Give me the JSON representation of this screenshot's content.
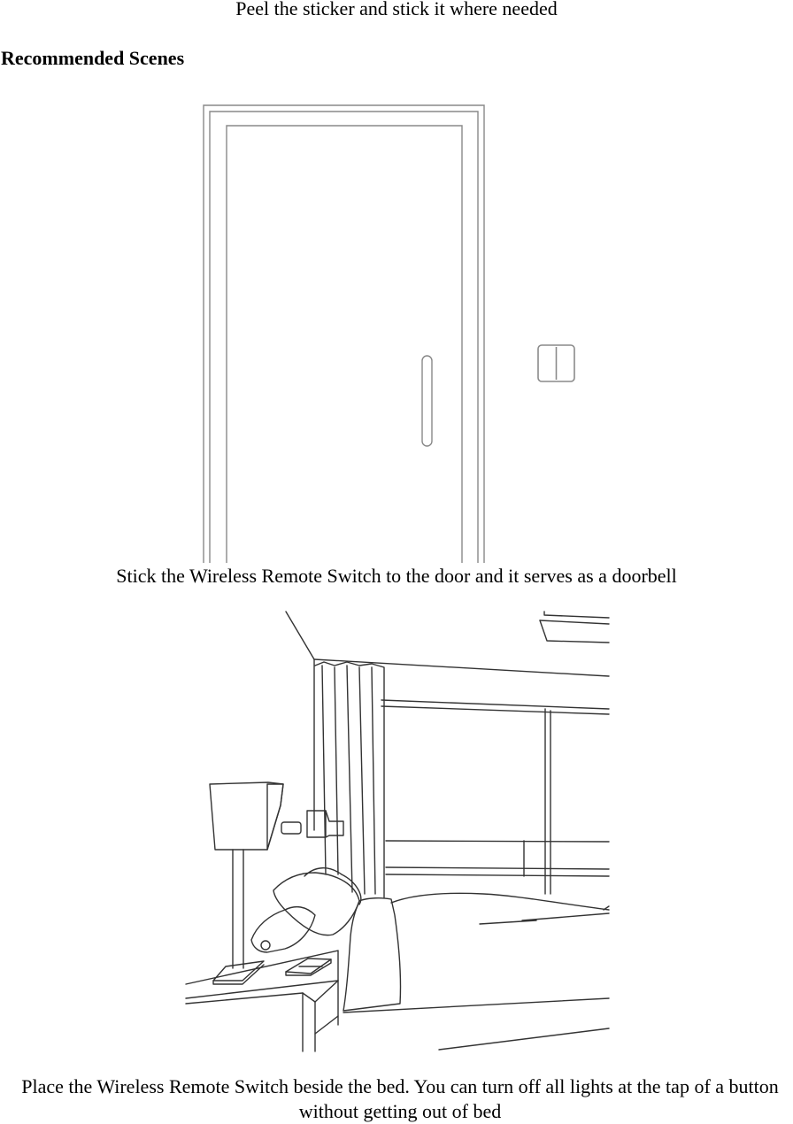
{
  "instruction": {
    "text": "Peel the sticker and stick it where needed"
  },
  "section": {
    "heading": "Recommended Scenes"
  },
  "scenes": [
    {
      "caption": "Stick the Wireless Remote Switch to the door and it serves as a doorbell",
      "illustration": "door-with-wall-switch"
    },
    {
      "caption": "Place the Wireless Remote Switch beside the bed. You can turn off all lights at the tap of a button without getting out of bed",
      "illustration": "bedroom-with-bedside-switch"
    }
  ],
  "colors": {
    "line": "#555555",
    "switch_outline": "#8a8a8a",
    "text": "#000000"
  }
}
